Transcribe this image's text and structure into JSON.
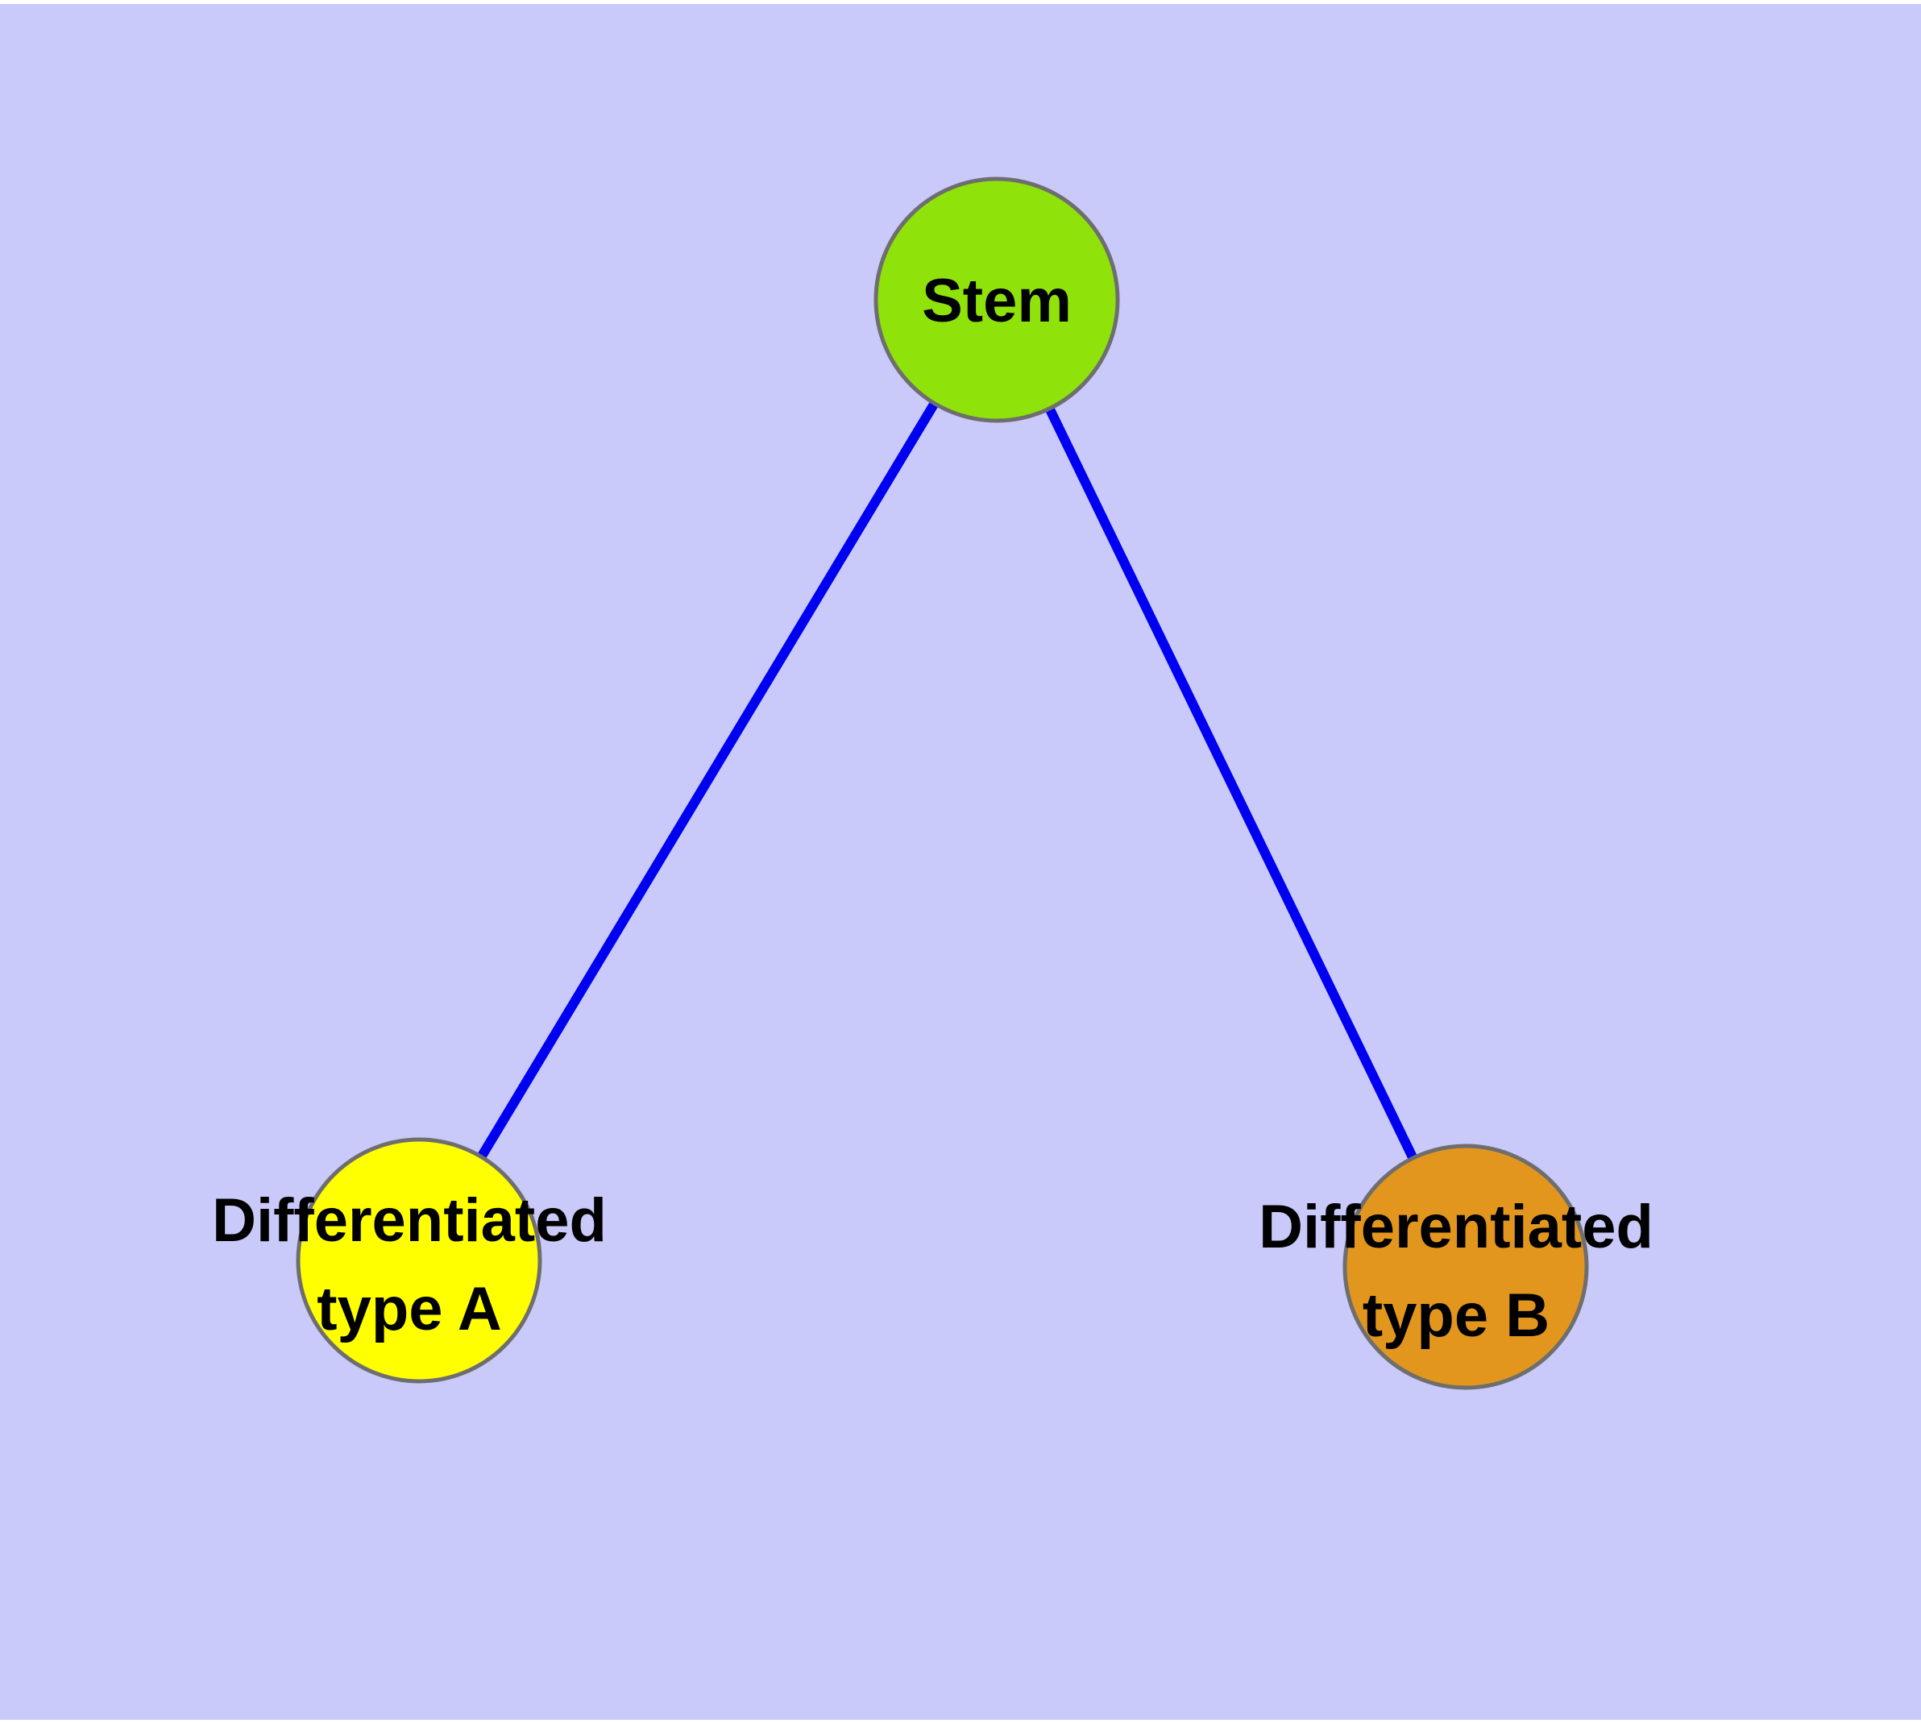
{
  "figure": {
    "title": "Stem cell differentiation diagram",
    "colors": {
      "background": "#c9c9fa",
      "canvas_margin": "#ffffff",
      "edge": "#0000f0",
      "node_border": "#6e6e6e",
      "label_text": "#000000",
      "stem_fill": "#8fe30a",
      "type_a_fill": "#ffff00",
      "type_b_fill": "#e2961e"
    },
    "nodes": {
      "stem": {
        "label": "Stem",
        "fill": "#8fe30a"
      },
      "type_a": {
        "label_line1": "Differentiated",
        "label_line2": "type A",
        "fill": "#ffff00"
      },
      "type_b": {
        "label_line1": "Differentiated",
        "label_line2": "type B",
        "fill": "#e2961e"
      }
    },
    "edges": [
      {
        "from": "Stem",
        "to": "Differentiated type A"
      },
      {
        "from": "Stem",
        "to": "Differentiated type B"
      }
    ]
  }
}
